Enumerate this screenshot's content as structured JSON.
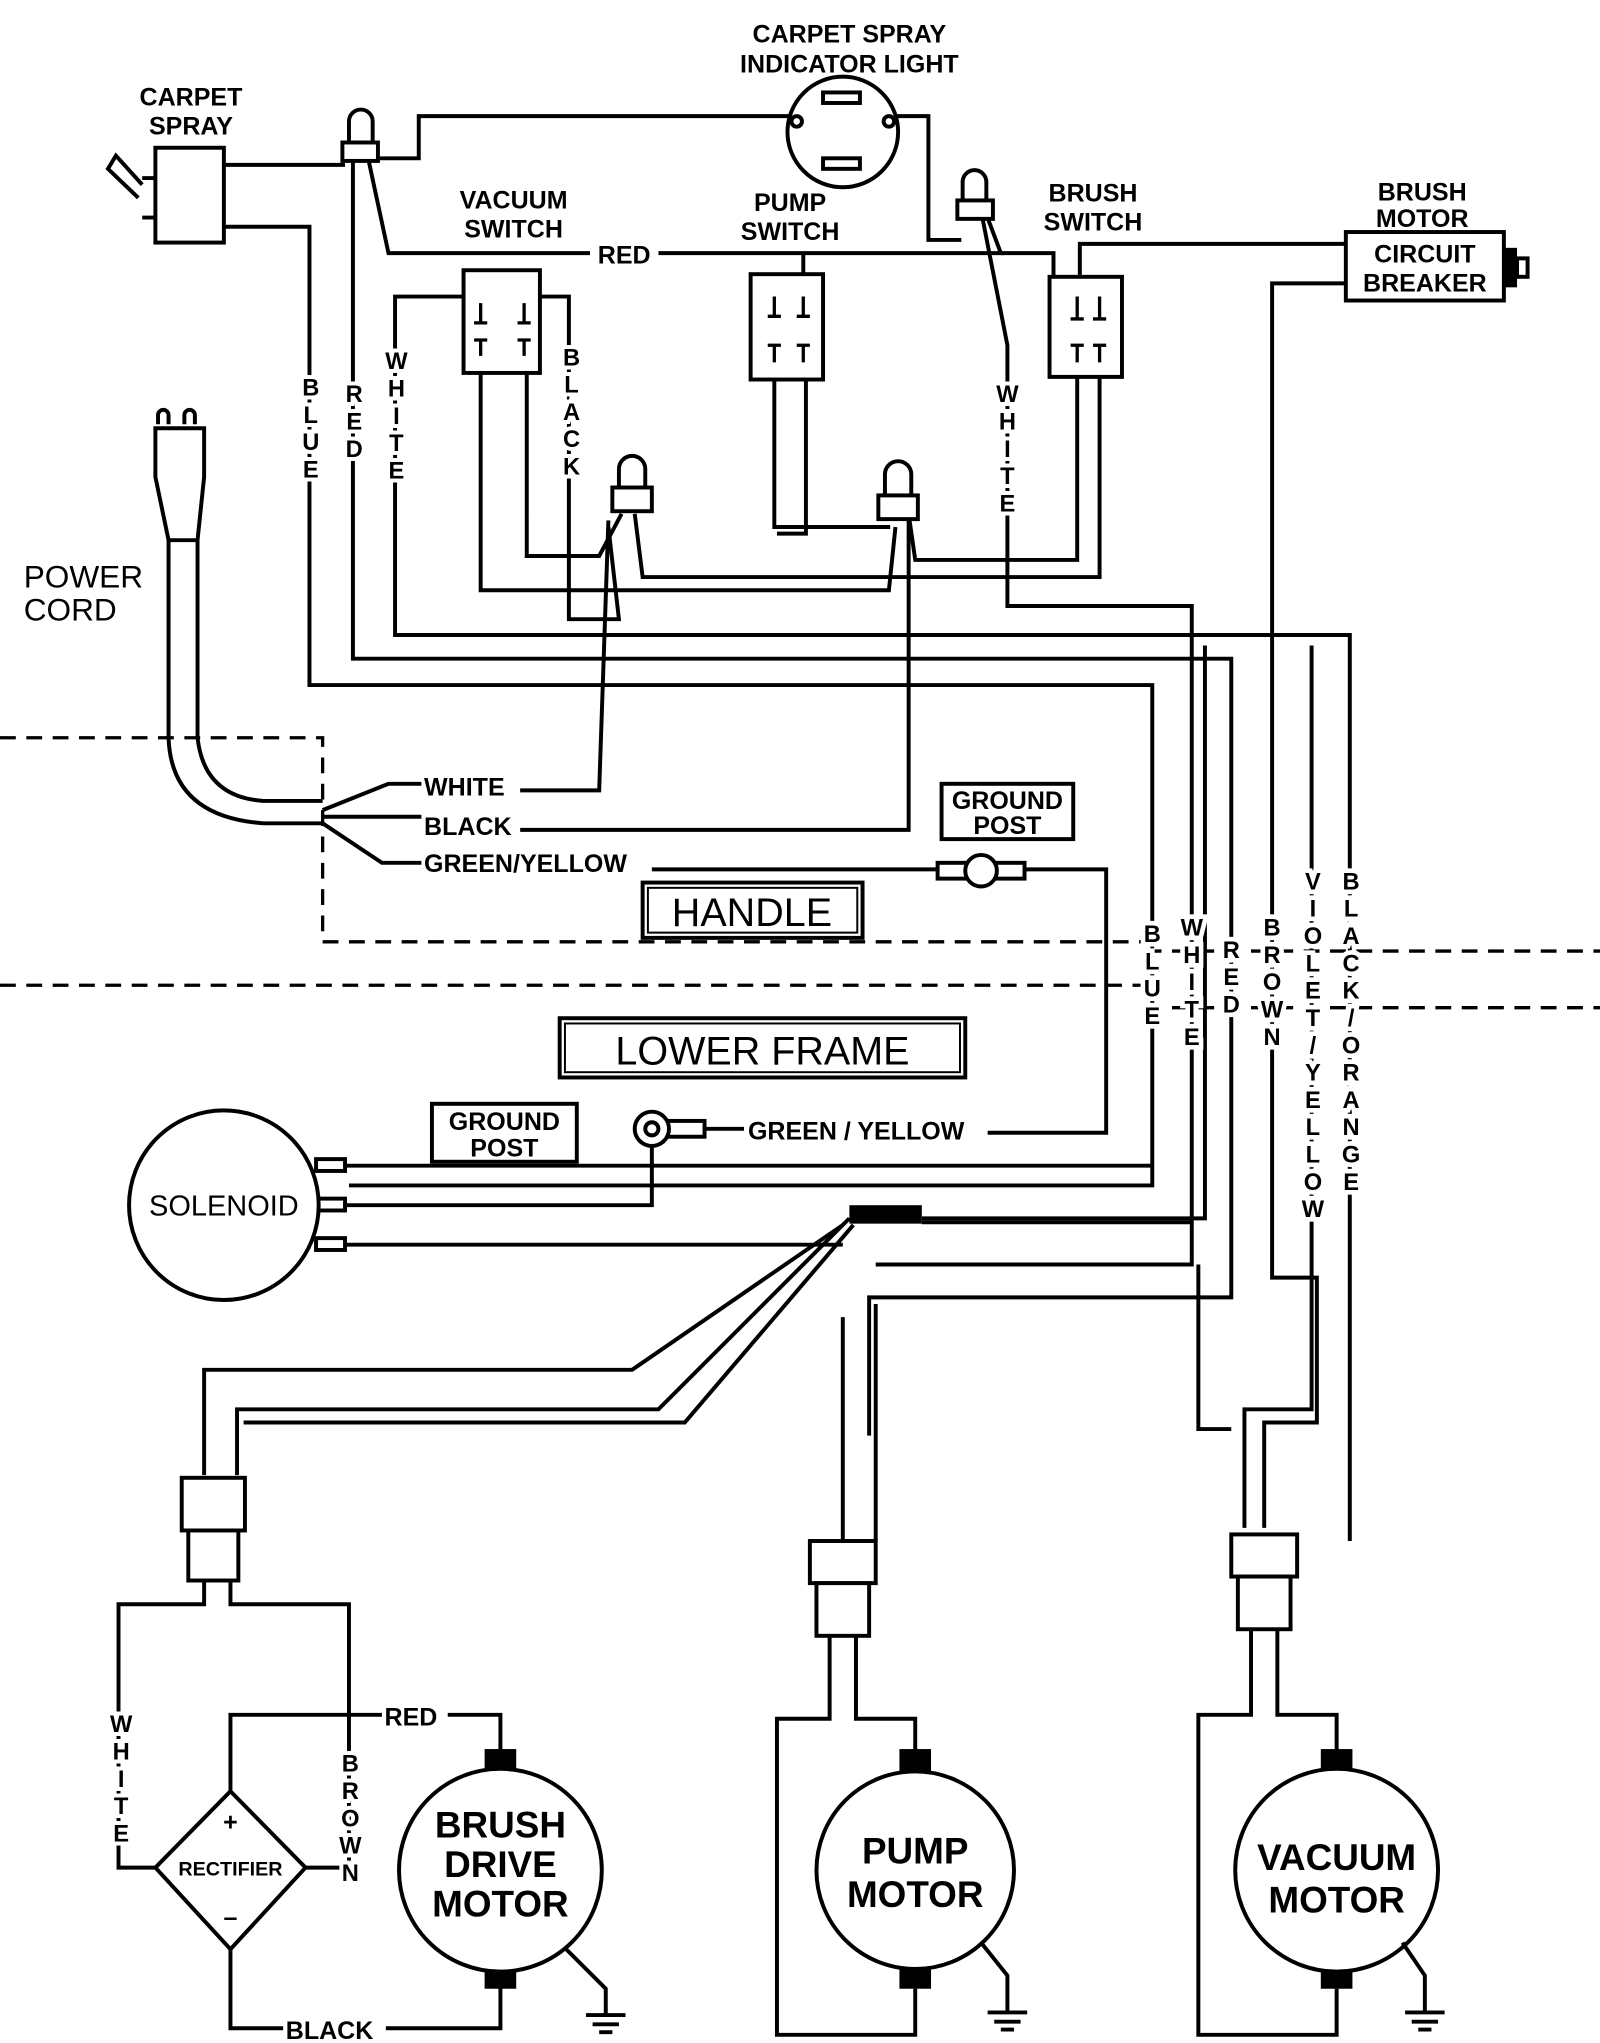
{
  "labels": {
    "carpet_spray_1": "CARPET",
    "carpet_spray_2": "SPRAY",
    "indicator_1": "CARPET SPRAY",
    "indicator_2": "INDICATOR LIGHT",
    "vacuum_switch_1": "VACUUM",
    "vacuum_switch_2": "SWITCH",
    "pump_switch_1": "PUMP",
    "pump_switch_2": "SWITCH",
    "brush_switch_1": "BRUSH",
    "brush_switch_2": "SWITCH",
    "brush_motor_1": "BRUSH",
    "brush_motor_2": "MOTOR",
    "circuit_1": "CIRCUIT",
    "circuit_2": "BREAKER",
    "power_cord_1": "POWER",
    "power_cord_2": "CORD",
    "handle": "HANDLE",
    "lower_frame": "LOWER FRAME",
    "ground_post_1": "GROUND",
    "ground_post_2": "POST",
    "solenoid": "SOLENOID",
    "rectifier": "RECTIFIER",
    "plus": "+",
    "minus": "–",
    "brush_drive_1": "BRUSH",
    "brush_drive_2": "DRIVE",
    "brush_drive_3": "MOTOR",
    "pump_motor_1": "PUMP",
    "pump_motor_2": "MOTOR",
    "vacuum_motor_1": "VACUUM",
    "vacuum_motor_2": "MOTOR"
  },
  "wires": {
    "red_top": "RED",
    "blue": "BLUE",
    "red": "RED",
    "white": "WHITE",
    "black": "BLACK",
    "white_right": "WHITE",
    "cord_white": "WHITE",
    "cord_black": "BLACK",
    "cord_green_yellow": "GREEN/YELLOW",
    "lower_green_yellow": "GREEN / YELLOW",
    "bundle_blue": "BLUE",
    "bundle_white": "WHITE",
    "bundle_red": "RED",
    "bundle_brown": "BROWN",
    "bundle_violet_yellow": "VIOLET/YELLOW",
    "bundle_black_orange": "BLACK/ORANGE",
    "rect_white": "WHITE",
    "rect_brown": "BROWN",
    "rect_red": "RED",
    "rect_black": "BLACK"
  }
}
